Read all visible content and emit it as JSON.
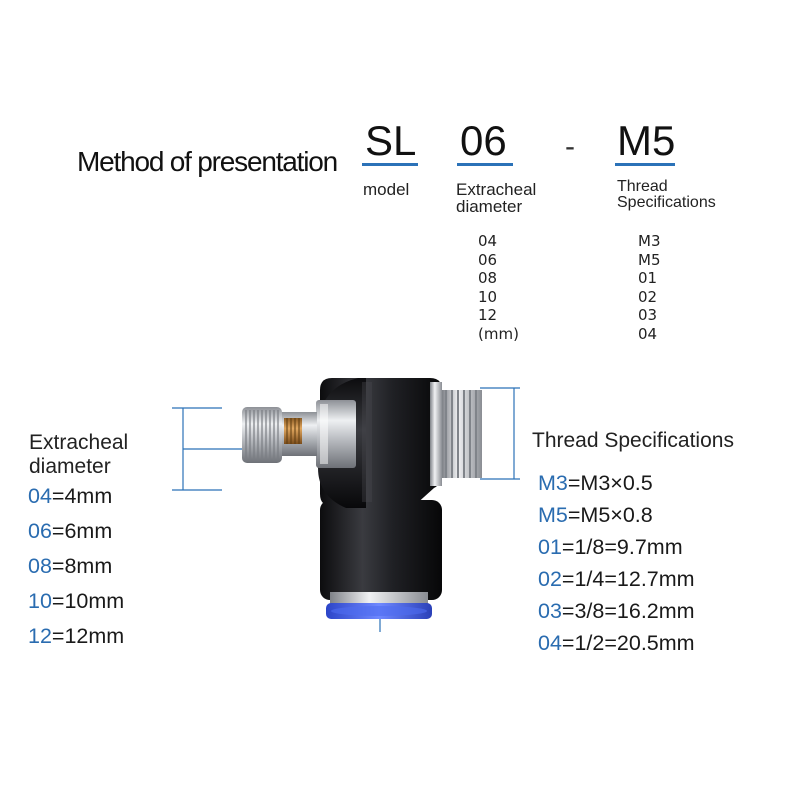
{
  "header": {
    "title": "Method of presentation",
    "code_model": "SL",
    "code_diameter": "06",
    "code_separator": "-",
    "code_thread": "M5"
  },
  "captions": {
    "model": "model",
    "diameter_line1": "Extracheal",
    "diameter_line2": "diameter",
    "thread_line1": "Thread",
    "thread_line2": "Specifications"
  },
  "diameter_options": [
    "04",
    "06",
    "08",
    "10",
    "12",
    "(mm)"
  ],
  "thread_options": [
    "M3",
    "M5",
    "01",
    "02",
    "03",
    "04"
  ],
  "left_panel": {
    "heading_line1": "Extracheal",
    "heading_line2": "diameter",
    "rows": [
      {
        "code": "04",
        "text": "=4mm"
      },
      {
        "code": "06",
        "text": "=6mm"
      },
      {
        "code": "08",
        "text": "=8mm"
      },
      {
        "code": "10",
        "text": "=10mm"
      },
      {
        "code": "12",
        "text": "=12mm"
      }
    ]
  },
  "right_panel": {
    "heading": "Thread Specifications",
    "rows": [
      {
        "code": "M3",
        "text": "=M3×0.5"
      },
      {
        "code": "M5",
        "text": "=M5×0.8"
      },
      {
        "code": "01",
        "text": "=1/8=9.7mm"
      },
      {
        "code": "02",
        "text": "=1/4=12.7mm"
      },
      {
        "code": "03",
        "text": "=3/8=16.2mm"
      },
      {
        "code": "04",
        "text": "=1/2=20.5mm"
      }
    ]
  },
  "colors": {
    "accent": "#2b72b8",
    "body_black": "#1c1c1f",
    "metal": "#b8bcc2",
    "collet_blue": "#3a5be0"
  }
}
